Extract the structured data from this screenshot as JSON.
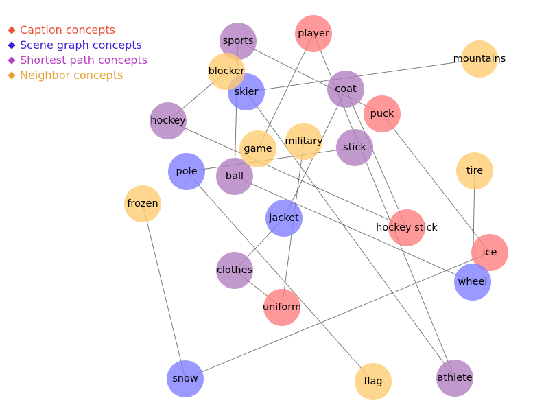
{
  "legend": [
    {
      "label": "Caption concepts",
      "color": "#e8533a"
    },
    {
      "label": "Scene graph concepts",
      "color": "#3a22d6"
    },
    {
      "label": "Shortest path concepts",
      "color": "#b540c0"
    },
    {
      "label": "Neighbor concepts",
      "color": "#e8a030"
    }
  ],
  "category_fill": {
    "caption": "#ff7f7f",
    "scene": "#7f7fff",
    "path": "#b27fc0",
    "neighbor": "#ffcc70"
  },
  "nodes": [
    {
      "id": "player",
      "label": "player",
      "category": "caption"
    },
    {
      "id": "puck",
      "label": "puck",
      "category": "caption"
    },
    {
      "id": "hockey_stick",
      "label": "hockey stick",
      "category": "caption"
    },
    {
      "id": "ice",
      "label": "ice",
      "category": "caption"
    },
    {
      "id": "uniform",
      "label": "uniform",
      "category": "caption"
    },
    {
      "id": "skier",
      "label": "skier",
      "category": "scene"
    },
    {
      "id": "pole",
      "label": "pole",
      "category": "scene"
    },
    {
      "id": "jacket",
      "label": "jacket",
      "category": "scene"
    },
    {
      "id": "wheel",
      "label": "wheel",
      "category": "scene"
    },
    {
      "id": "snow",
      "label": "snow",
      "category": "scene"
    },
    {
      "id": "sports",
      "label": "sports",
      "category": "path"
    },
    {
      "id": "coat",
      "label": "coat",
      "category": "path"
    },
    {
      "id": "hockey",
      "label": "hockey",
      "category": "path"
    },
    {
      "id": "stick",
      "label": "stick",
      "category": "path"
    },
    {
      "id": "ball",
      "label": "ball",
      "category": "path"
    },
    {
      "id": "clothes",
      "label": "clothes",
      "category": "path"
    },
    {
      "id": "athlete",
      "label": "athlete",
      "category": "path"
    },
    {
      "id": "blocker",
      "label": "blocker",
      "category": "neighbor"
    },
    {
      "id": "mountains",
      "label": "mountains",
      "category": "neighbor"
    },
    {
      "id": "game",
      "label": "game",
      "category": "neighbor"
    },
    {
      "id": "military",
      "label": "military",
      "category": "neighbor"
    },
    {
      "id": "tire",
      "label": "tire",
      "category": "neighbor"
    },
    {
      "id": "frozen",
      "label": "frozen",
      "category": "neighbor"
    },
    {
      "id": "flag",
      "label": "flag",
      "category": "neighbor"
    }
  ],
  "edges": [
    [
      "sports",
      "puck"
    ],
    [
      "sports",
      "ball"
    ],
    [
      "blocker",
      "hockey"
    ],
    [
      "skier",
      "mountains"
    ],
    [
      "skier",
      "athlete"
    ],
    [
      "player",
      "game"
    ],
    [
      "player",
      "athlete"
    ],
    [
      "coat",
      "jacket"
    ],
    [
      "coat",
      "hockey_stick"
    ],
    [
      "puck",
      "ice"
    ],
    [
      "hockey",
      "hockey_stick"
    ],
    [
      "stick",
      "pole"
    ],
    [
      "military",
      "uniform"
    ],
    [
      "ball",
      "wheel"
    ],
    [
      "pole",
      "flag"
    ],
    [
      "tire",
      "wheel"
    ],
    [
      "frozen",
      "snow"
    ],
    [
      "jacket",
      "clothes"
    ],
    [
      "clothes",
      "uniform"
    ],
    [
      "ice",
      "snow"
    ]
  ]
}
